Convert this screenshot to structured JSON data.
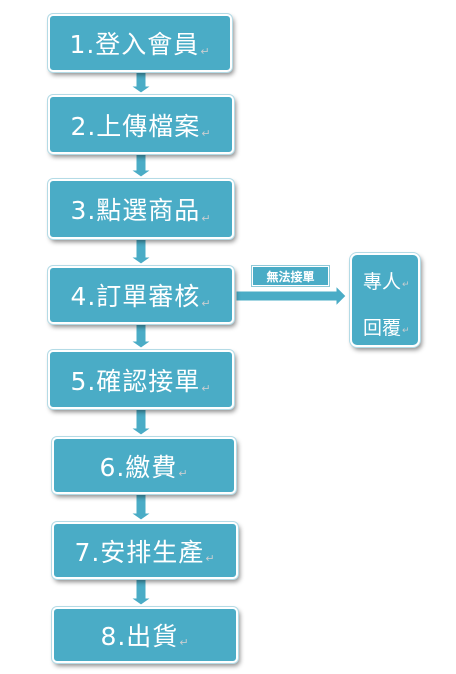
{
  "flow": {
    "steps": [
      {
        "label": "1.登入會員"
      },
      {
        "label": "2.上傳檔案"
      },
      {
        "label": "3.點選商品"
      },
      {
        "label": "4.訂單審核"
      },
      {
        "label": "5.確認接單"
      },
      {
        "label": "6.繳費"
      },
      {
        "label": "7.安排生產"
      },
      {
        "label": "8.出貨"
      }
    ],
    "reject_label": "無法接單",
    "side_box": {
      "line1": "專人",
      "line2": "回覆"
    },
    "paragraph_mark": "↵",
    "colors": {
      "box_fill": "#4aacc6",
      "connector": "#4aacc6",
      "text": "#ffffff"
    }
  }
}
